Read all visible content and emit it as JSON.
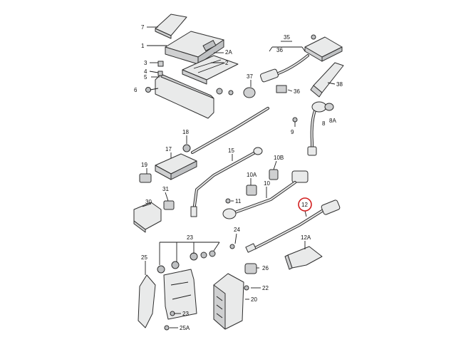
{
  "callouts": {
    "c7": "7",
    "c1": "1",
    "c2A": "2A",
    "c2": "2",
    "c3": "3",
    "c4": "4",
    "c5": "5",
    "c6": "6",
    "c35": "35",
    "c36a": "36",
    "c37": "37",
    "c36b": "36",
    "c38": "38",
    "c9": "9",
    "c8": "8",
    "c8A": "8A",
    "c18": "18",
    "c17": "17",
    "c15": "15",
    "c19": "19",
    "c10B": "10B",
    "c10A": "10A",
    "c10": "10",
    "c31": "31",
    "c11": "11",
    "c30": "30",
    "c12": "12",
    "c24": "24",
    "c12A": "12A",
    "c23a": "23",
    "c25": "25",
    "c26": "26",
    "c22": "22",
    "c20": "20",
    "c23b": "23",
    "c25A": "25A"
  },
  "highlight": {
    "callout": "12",
    "color": "#d21f1f"
  }
}
